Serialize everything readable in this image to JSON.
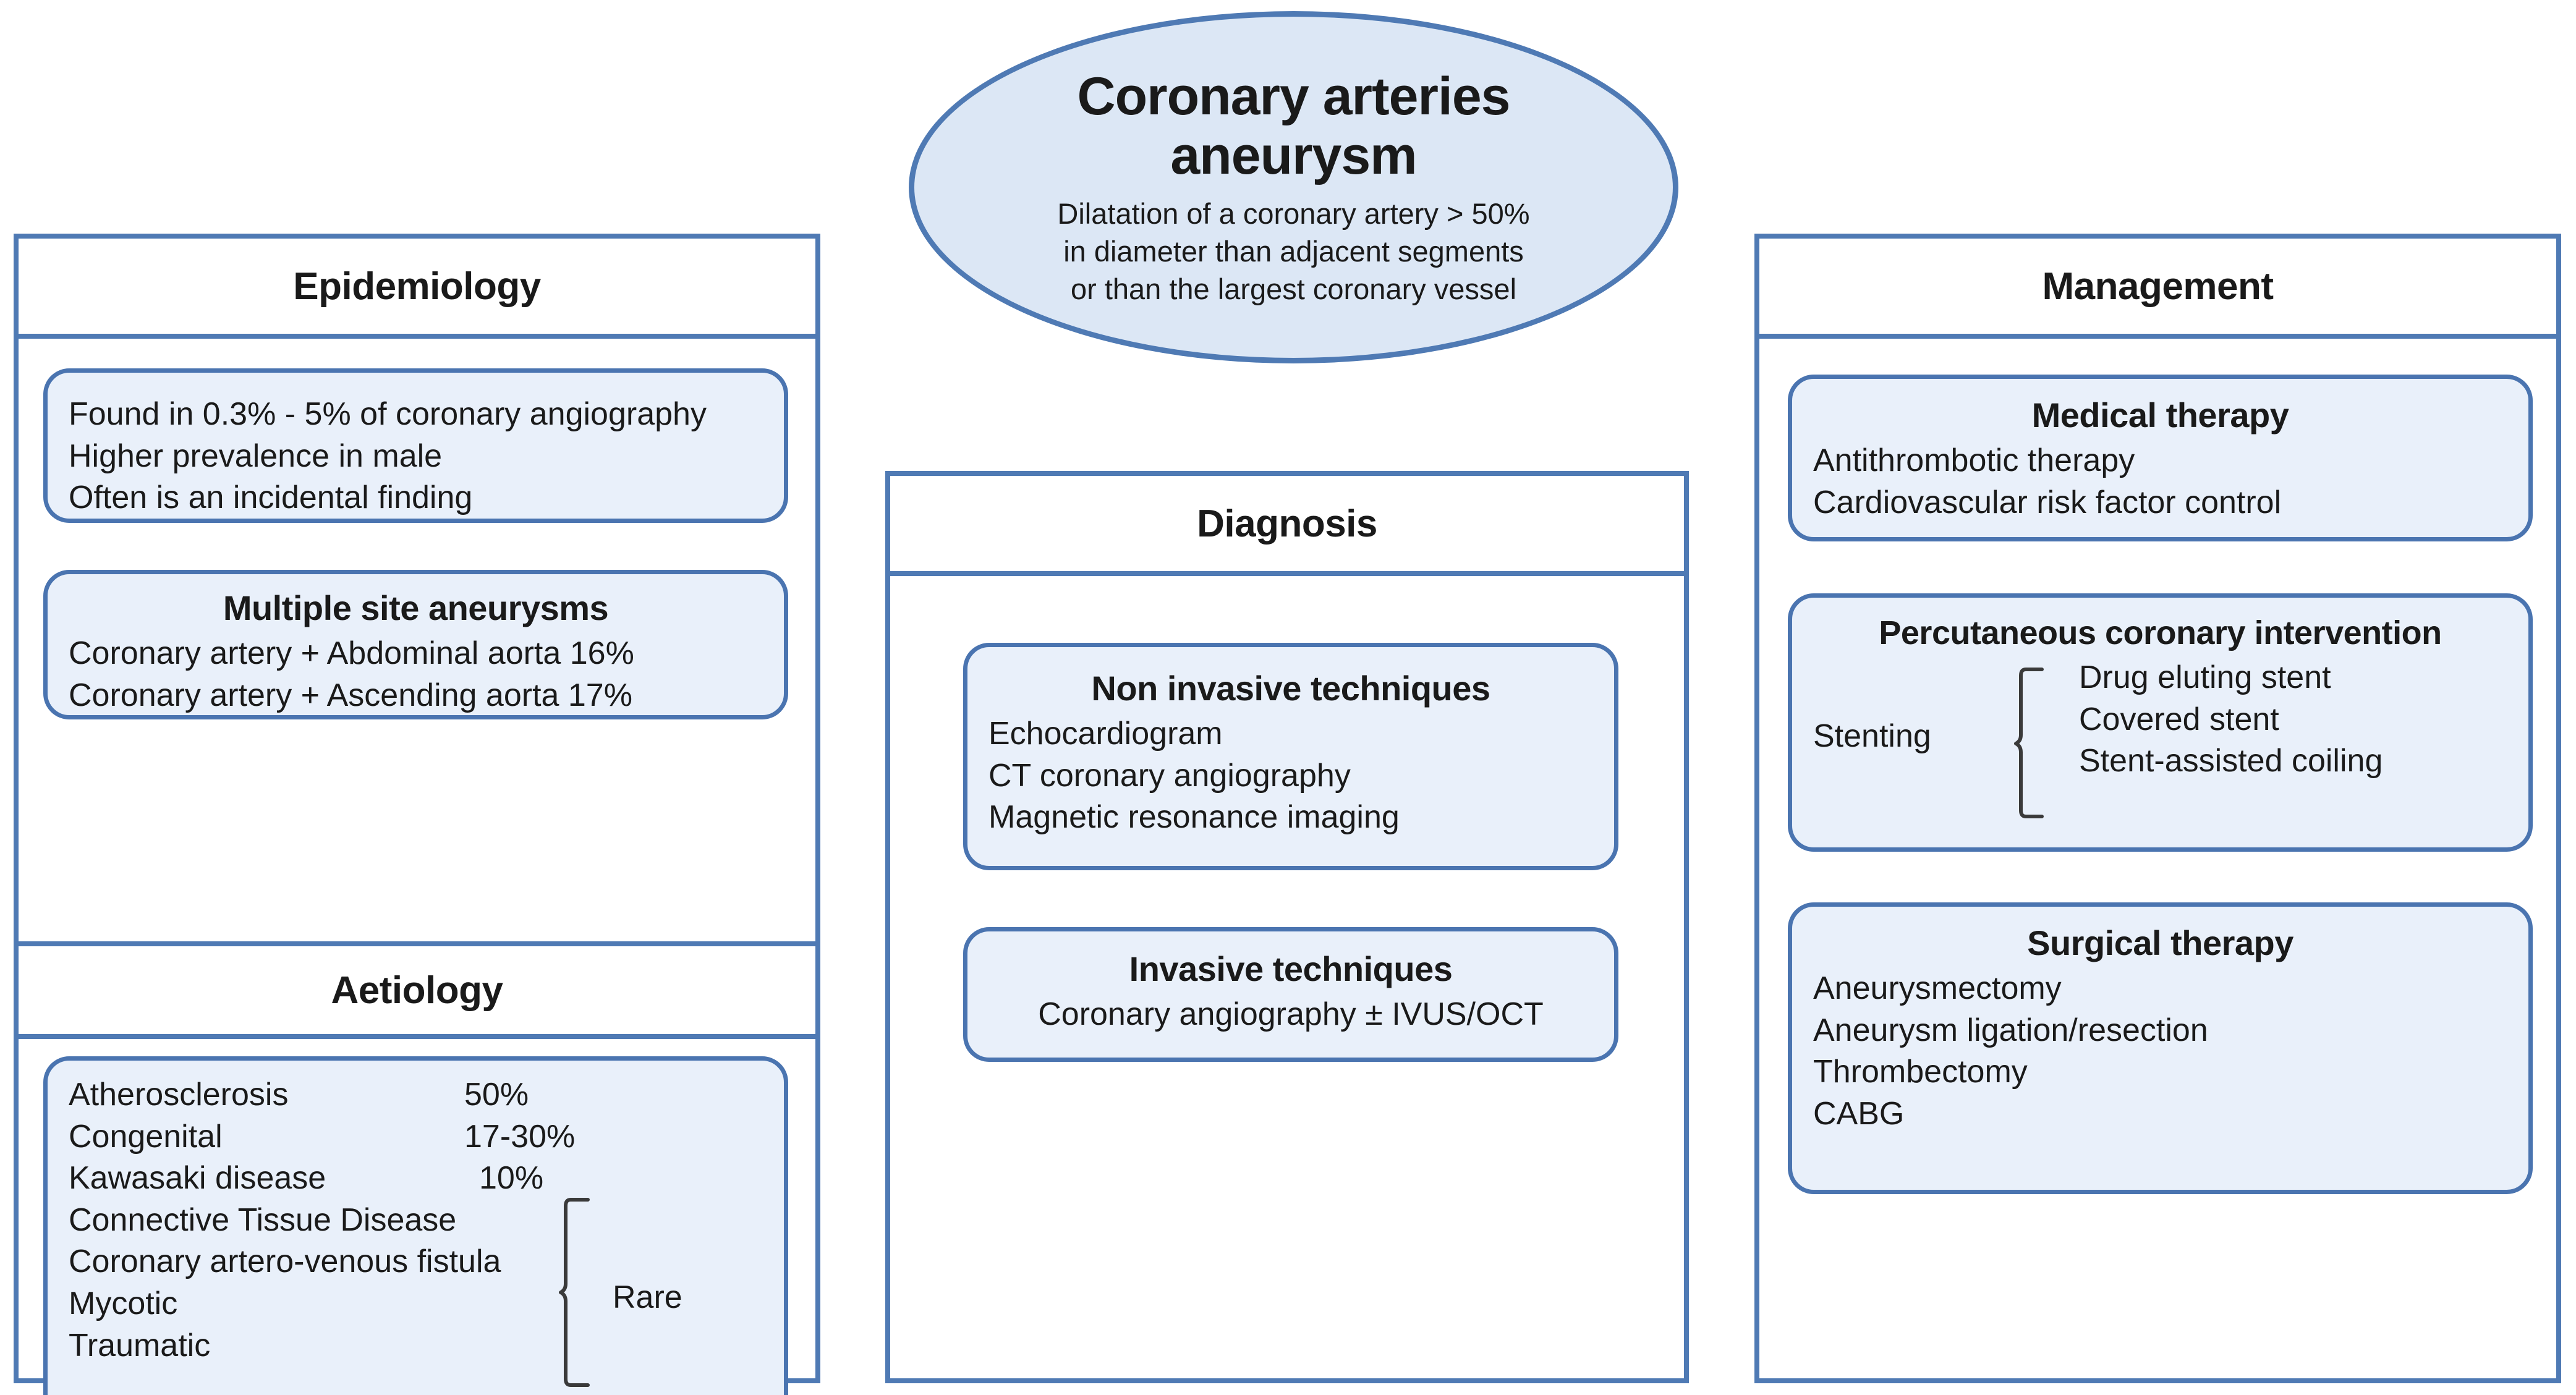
{
  "hub": {
    "title_line1": "Coronary arteries",
    "title_line2": "aneurysm",
    "desc_line1": "Dilatation of a coronary artery > 50%",
    "desc_line2": "in diameter than adjacent segments",
    "desc_line3": "or than the largest coronary vessel"
  },
  "colors": {
    "frame_border": "#4f7ab4",
    "card_border": "#4a74b0",
    "card_fill": "#e9f0fa",
    "hub_fill": "#dce7f5",
    "brace": "#3a3a3a",
    "text": "#1a1a1a"
  },
  "left_column": {
    "header": "Epidemiology",
    "epidemiology_card": {
      "lines": [
        "Found in 0.3% - 5% of coronary angiography",
        "Higher prevalence in male",
        "Often is an incidental finding"
      ]
    },
    "multiple_site_card": {
      "title": "Multiple site aneurysms",
      "lines": [
        "Coronary artery + Abdominal aorta  16%",
        "Coronary artery + Ascending aorta  17%"
      ]
    },
    "aetiology_header": "Aetiology",
    "aetiology_card": {
      "rows": [
        {
          "label": "Atherosclerosis",
          "value": "50%"
        },
        {
          "label": "Congenital",
          "value": "17-30%"
        },
        {
          "label": "Kawasaki disease",
          "value": "10%"
        }
      ],
      "rare_items": [
        "Connective Tissue Disease",
        "Coronary artero-venous fistula",
        "Mycotic",
        "Traumatic"
      ],
      "rare_label": "Rare"
    }
  },
  "middle_column": {
    "header": "Diagnosis",
    "non_invasive_card": {
      "title": "Non invasive techniques",
      "lines": [
        "Echocardiogram",
        "CT coronary angiography",
        "Magnetic resonance imaging"
      ]
    },
    "invasive_card": {
      "title": "Invasive techniques",
      "lines": [
        "Coronary angiography ± IVUS/OCT"
      ]
    }
  },
  "right_column": {
    "header": "Management",
    "medical_card": {
      "title": "Medical therapy",
      "lines": [
        "Antithrombotic therapy",
        "Cardiovascular risk factor control"
      ]
    },
    "pci_card": {
      "title": "Percutaneous coronary intervention",
      "lead": "Stenting",
      "items": [
        "Drug eluting stent",
        "Covered stent",
        "Stent-assisted coiling"
      ]
    },
    "surgical_card": {
      "title": "Surgical therapy",
      "lines": [
        "Aneurysmectomy",
        "Aneurysm ligation/resection",
        "Thrombectomy",
        "CABG"
      ]
    }
  }
}
